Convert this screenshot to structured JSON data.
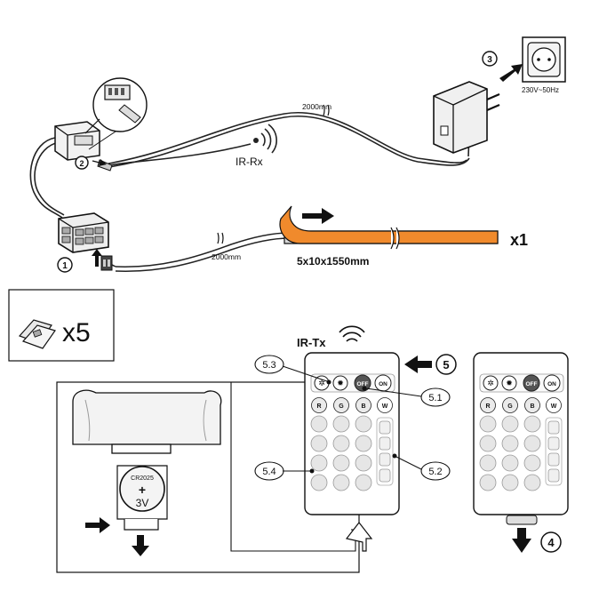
{
  "steps": {
    "s1": "1",
    "s2": "2",
    "s3": "3",
    "s4": "4",
    "s5": "5"
  },
  "power": {
    "rating": "230V~50Hz"
  },
  "cables": {
    "top_length": "2000mm",
    "bottom_length": "2000mm"
  },
  "receiver": {
    "label": "IR-Rx"
  },
  "strip": {
    "dimensions": "5x10x1550mm",
    "quantity": "x1",
    "color": "#f08a2c"
  },
  "clips": {
    "quantity": "x5"
  },
  "remote": {
    "label": "IR-Tx",
    "buttons": {
      "off": "OFF",
      "on": "ON",
      "r": "R",
      "g": "G",
      "b": "B",
      "w": "W"
    }
  },
  "callouts": {
    "c53": "5.3",
    "c51": "5.1",
    "c54": "5.4",
    "c52": "5.2"
  },
  "battery": {
    "model": "CR2025",
    "plus": "+",
    "voltage": "3V"
  }
}
